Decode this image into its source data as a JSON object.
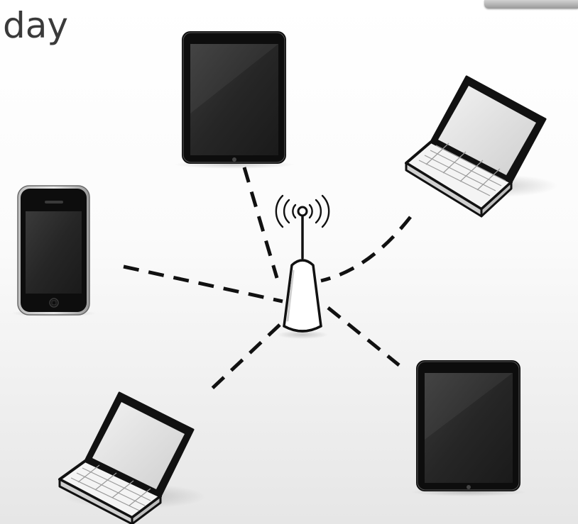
{
  "slide": {
    "title": "day"
  },
  "diagram": {
    "hub": {
      "icon": "wireless-router-icon"
    },
    "devices": [
      {
        "id": "tablet-top",
        "icon": "tablet-icon"
      },
      {
        "id": "laptop-top-right",
        "icon": "laptop-icon"
      },
      {
        "id": "smartphone-left",
        "icon": "smartphone-icon"
      },
      {
        "id": "laptop-bottom-left",
        "icon": "laptop-icon"
      },
      {
        "id": "tablet-bottom-right",
        "icon": "tablet-icon"
      }
    ],
    "connections": [
      {
        "from": "hub",
        "to": "tablet-top",
        "style": "dashed"
      },
      {
        "from": "hub",
        "to": "laptop-top-right",
        "style": "dashed"
      },
      {
        "from": "hub",
        "to": "smartphone-left",
        "style": "dashed"
      },
      {
        "from": "hub",
        "to": "laptop-bottom-left",
        "style": "dashed"
      },
      {
        "from": "hub",
        "to": "tablet-bottom-right",
        "style": "dashed"
      }
    ],
    "colors": {
      "line": "#111111",
      "device_body": "#111111",
      "screen": "#2b2b2b",
      "laptop_screen": "#e2e2e2",
      "keyboard": "#f4f4f4",
      "router_body": "#ffffff"
    }
  }
}
